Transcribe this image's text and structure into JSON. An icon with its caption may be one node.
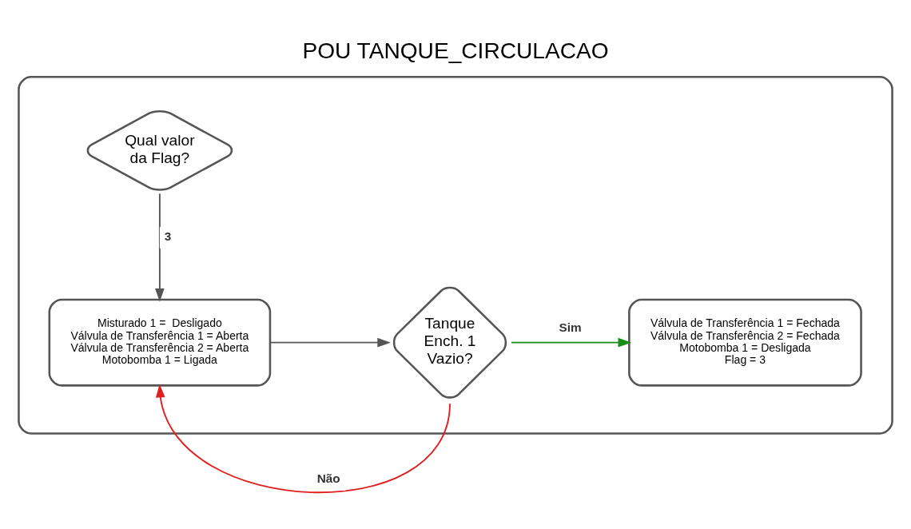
{
  "diagram": {
    "title": "POU TANQUE_CIRCULACAO",
    "nodes": [
      {
        "text": [],
        "shape": "box"
      },
      {
        "text": [
          "Qual valor da Flag?"
        ],
        "in": 0
      },
      {
        "text": [
          "Misturado 1 =  Desligado",
          "Válvula de Transferência 1 = Aberta",
          "Válvula de Transferência 2 = Aberta",
          "Motobomba 1 = Ligada"
        ],
        "in": 0
      },
      {
        "text": [
          "Tanque Ench. 1 Vazio?"
        ],
        "in": 0
      },
      {
        "text": [
          "Válvula de Transferência 1 = Fechada",
          "Válvula de Transferência 2 = Fechada",
          "Motobomba 1 = Desligada",
          "Flag = 3"
        ],
        "in": 0
      }
    ],
    "edges": [
      {
        "from": 1,
        "to": 2,
        "arrow": "to",
        "label": "3"
      },
      {
        "from": 2,
        "to": 3,
        "arrow": "to"
      },
      {
        "from": 3,
        "to": 4,
        "arrow": "to",
        "label": "Sim",
        "color": "#1a8c1a"
      },
      {
        "from": 3,
        "to": 2,
        "arrow": "to",
        "label": "Não",
        "color": "#e02020"
      }
    ]
  }
}
